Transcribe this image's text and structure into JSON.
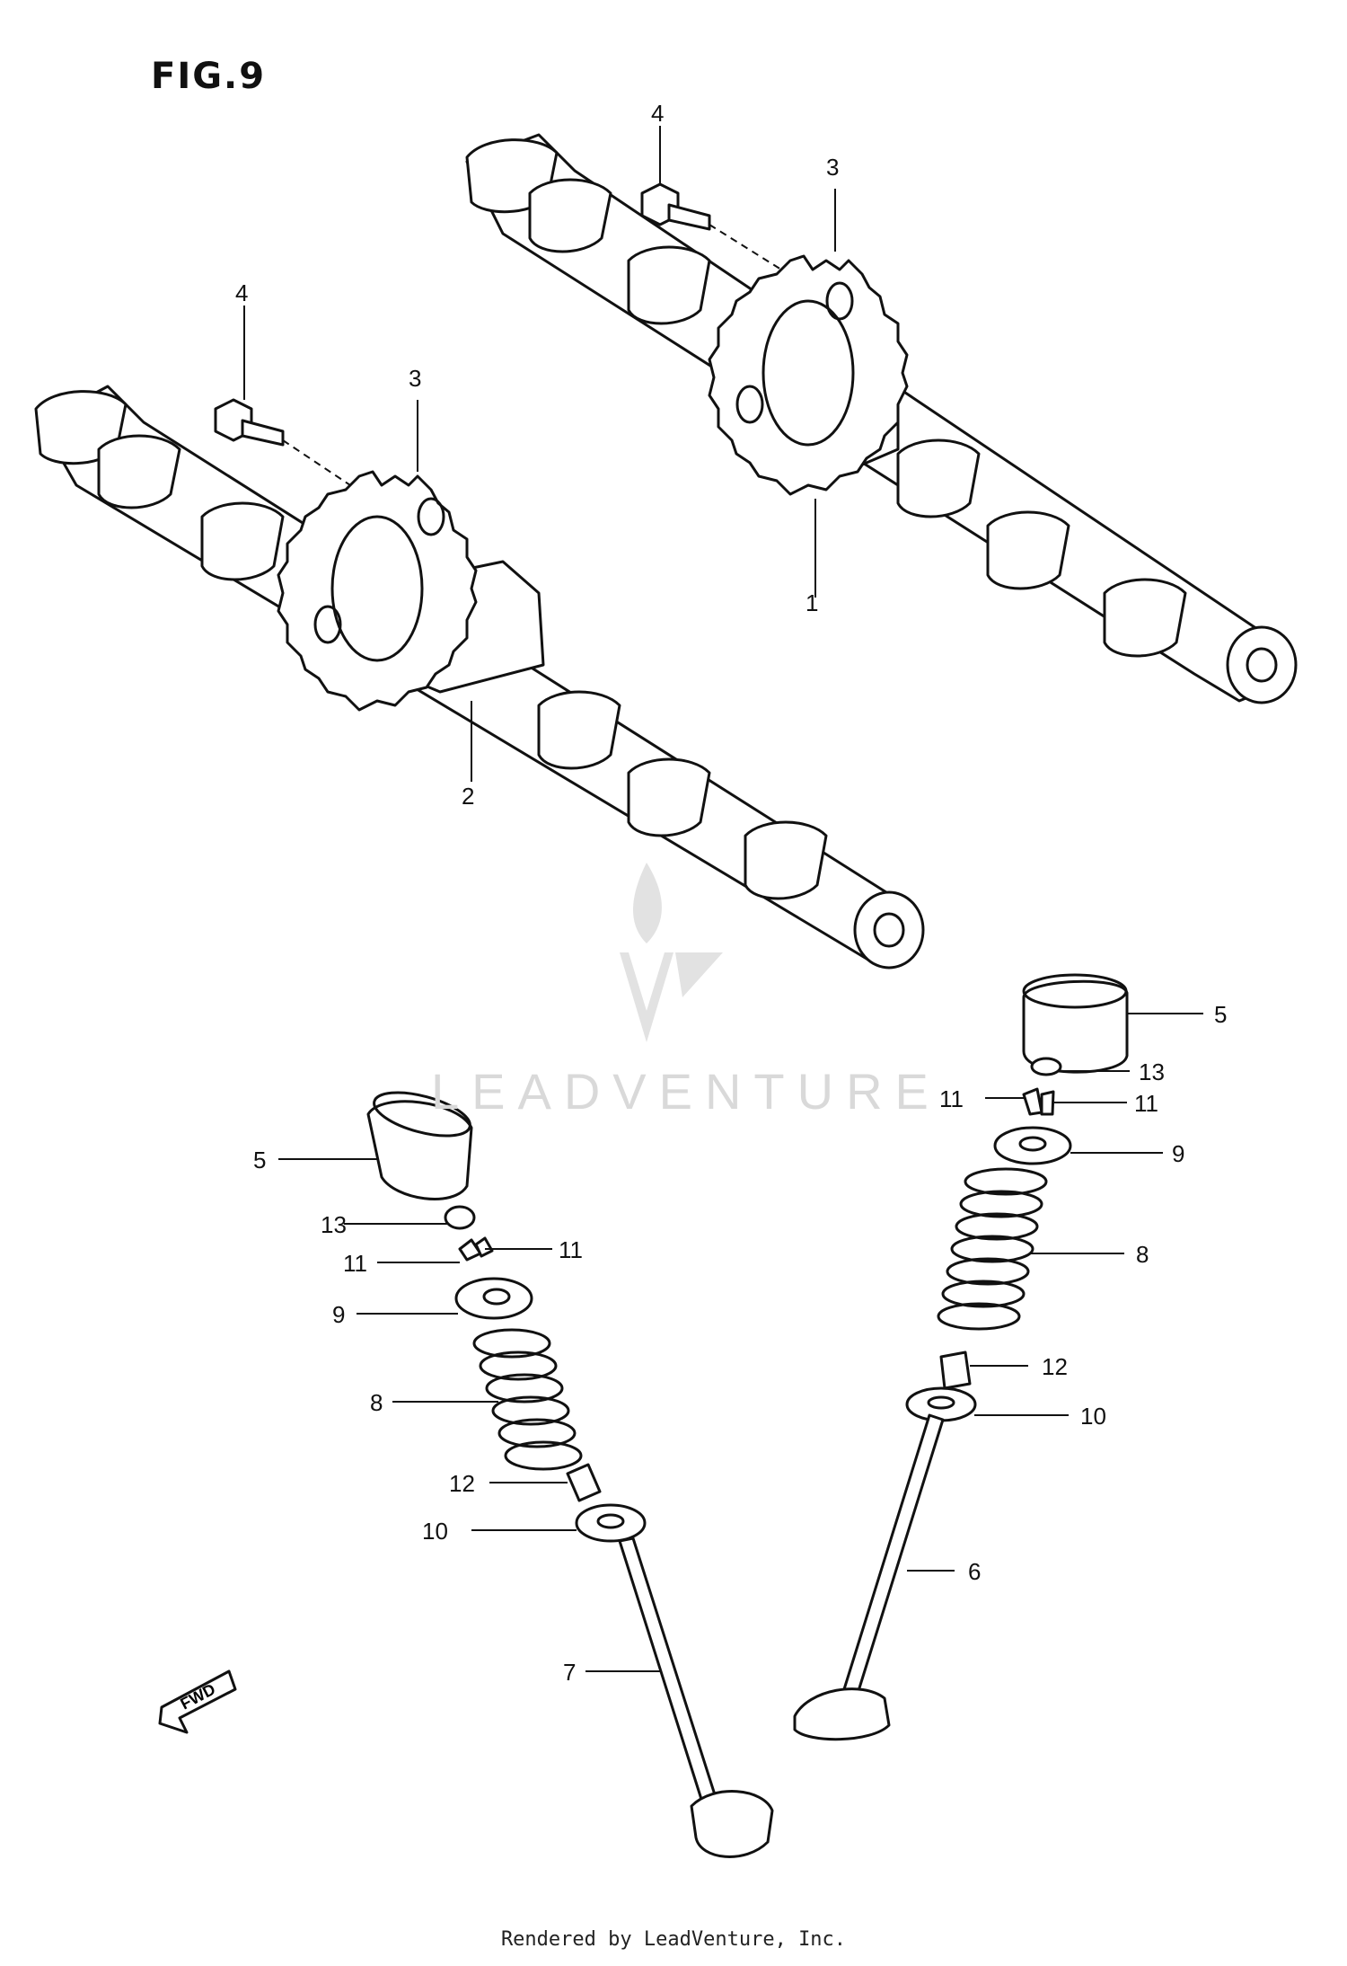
{
  "figure": {
    "title": "FIG.9",
    "fwd_marker": "FWD"
  },
  "watermark": {
    "text": "LEADVENTURE"
  },
  "footer": {
    "text": "Rendered by LeadVenture, Inc."
  },
  "callouts": {
    "c1": "1",
    "c2": "2",
    "c3a": "3",
    "c3b": "3",
    "c4a": "4",
    "c4b": "4",
    "c5a": "5",
    "c5b": "5",
    "c6": "6",
    "c7": "7",
    "c8a": "8",
    "c8b": "8",
    "c9a": "9",
    "c9b": "9",
    "c10a": "10",
    "c10b": "10",
    "c11a": "11",
    "c11b": "11",
    "c11c": "11",
    "c11d": "11",
    "c12a": "12",
    "c12b": "12",
    "c13a": "13",
    "c13b": "13"
  },
  "colors": {
    "line": "#111111",
    "watermark": "#d9d9d9"
  }
}
